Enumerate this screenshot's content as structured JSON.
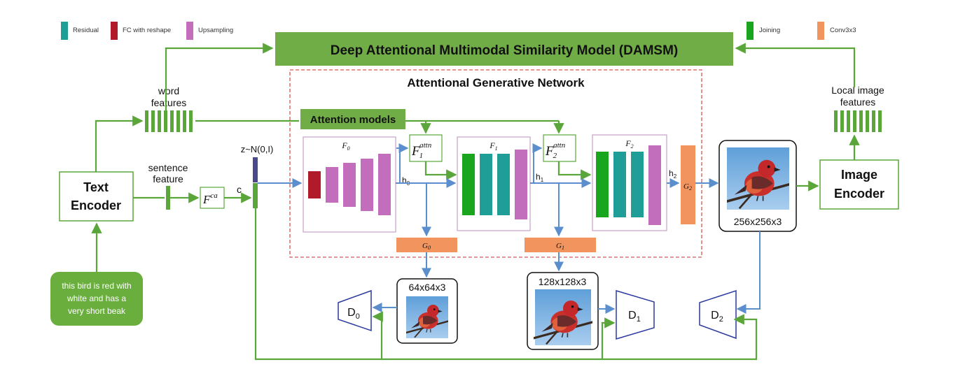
{
  "colors": {
    "residual": "#1f9e98",
    "fc": "#b01a2a",
    "upsampling": "#c36dbd",
    "joining": "#1aa51f",
    "conv": "#f2945e",
    "green": "#5aa63a",
    "damsm_bg": "#70ad47",
    "blue": "#5b8ecc",
    "purple_box": "#c9a0c8",
    "red_dash": "#d9534f",
    "disc": "#2b3a9e",
    "z_bar": "#4a4a8a"
  },
  "legend": {
    "residual": "Residual",
    "fc": "FC with reshape",
    "upsampling": "Upsampling",
    "joining": "Joining",
    "conv": "Conv3x3"
  },
  "damsm_title": "Deep Attentional Multimodal Similarity Model (DAMSM)",
  "agn_title": "Attentional Generative Network",
  "attention_models": "Attention models",
  "word_features": [
    "word",
    "features"
  ],
  "sentence_feature": [
    "sentence",
    "feature"
  ],
  "local_image_features": [
    "Local image",
    "features"
  ],
  "text_encoder": [
    "Text",
    "Encoder"
  ],
  "image_encoder": [
    "Image",
    "Encoder"
  ],
  "input_text": [
    "this bird is red with",
    "white and has a",
    "very short beak"
  ],
  "fca": {
    "base": "F",
    "sup": "ca"
  },
  "c_label": "c",
  "z_label": "z~N(0,I)",
  "f0": {
    "base": "F",
    "sub": "0"
  },
  "f1": {
    "base": "F",
    "sub": "1"
  },
  "f2": {
    "base": "F",
    "sub": "2"
  },
  "attn1": {
    "base": "F",
    "sub": "1",
    "sup": "attn"
  },
  "attn2": {
    "base": "F",
    "sub": "2",
    "sup": "attn"
  },
  "h0": {
    "base": "h",
    "sub": "0"
  },
  "h1": {
    "base": "h",
    "sub": "1"
  },
  "h2": {
    "base": "h",
    "sub": "2"
  },
  "g0": {
    "base": "G",
    "sub": "0"
  },
  "g1": {
    "base": "G",
    "sub": "1"
  },
  "g2": {
    "base": "G",
    "sub": "2"
  },
  "d0": {
    "base": "D",
    "sub": "0"
  },
  "d1": {
    "base": "D",
    "sub": "1"
  },
  "d2": {
    "base": "D",
    "sub": "2"
  },
  "img64": "64x64x3",
  "img128": "128x128x3",
  "img256": "256x256x3"
}
